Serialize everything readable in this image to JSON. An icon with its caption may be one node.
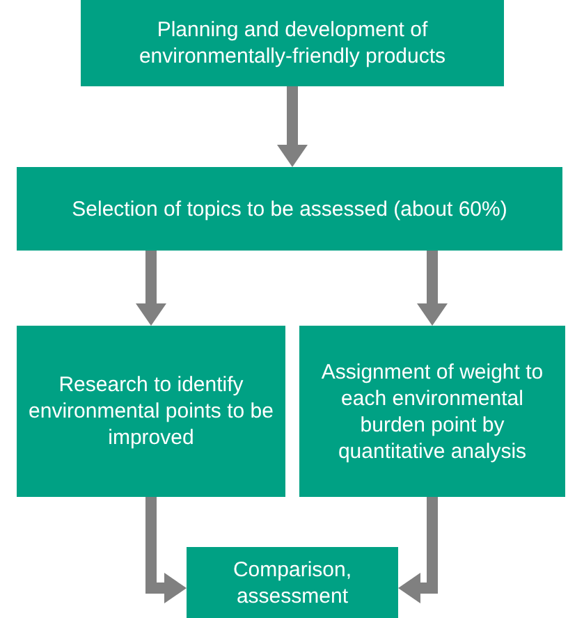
{
  "diagram": {
    "nodes": [
      {
        "text": [
          "Planning and development of environmentally-friendly products"
        ]
      },
      {
        "text": [
          "Selection of topics to be assessed (about 60%)"
        ]
      },
      {
        "text": [
          "Research to identify environmental points to be improved"
        ]
      },
      {
        "text": [
          "Assignment of weight to each environmental burden point by quantitative analysis"
        ]
      },
      {
        "text": [
          "Comparison, assessment"
        ]
      }
    ],
    "edges": [
      {
        "from": 0,
        "to": 1,
        "arrow": "to"
      },
      {
        "from": 1,
        "to": 2,
        "arrow": "to"
      },
      {
        "from": 1,
        "to": 3,
        "arrow": "to"
      },
      {
        "from": 2,
        "to": 4,
        "arrow": "to"
      },
      {
        "from": 3,
        "to": 4,
        "arrow": "to"
      }
    ]
  }
}
